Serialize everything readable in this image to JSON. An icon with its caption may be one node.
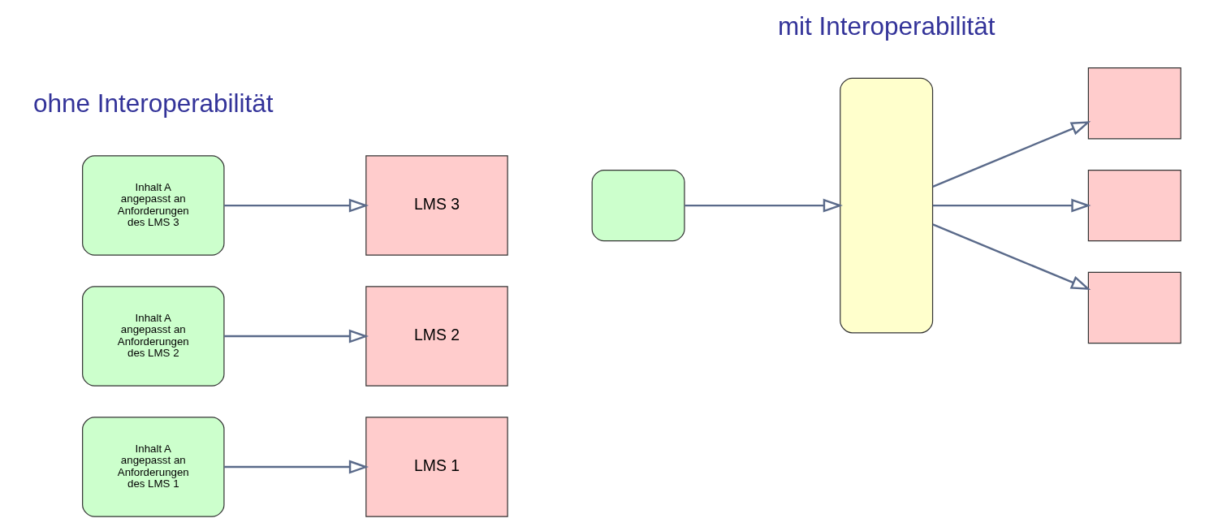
{
  "diagram": {
    "nodes": [
      {
        "text": [
          "Inhalt A angepasst an Anforderungen des LMS 1"
        ]
      },
      {
        "text": [
          "Inhalt A angepasst an Anforderungen des LMS 2"
        ]
      },
      {
        "text": [
          "Inhalt A angepasst an Anforderungen des LMS 3"
        ]
      },
      {
        "text": [
          "LMS 1"
        ]
      },
      {
        "text": [
          "LMS 2"
        ]
      },
      {
        "text": [
          "LMS 3"
        ]
      },
      {
        "text": [],
        "shape": "box"
      },
      {
        "text": [],
        "shape": "box"
      },
      {
        "text": [],
        "shape": "box"
      },
      {
        "text": [],
        "shape": "box"
      },
      {
        "text": [],
        "shape": "box"
      }
    ],
    "edges": [
      {
        "from": 0,
        "to": 3,
        "arrow": "to"
      },
      {
        "from": 1,
        "to": 4,
        "arrow": "to"
      },
      {
        "from": 2,
        "to": 5,
        "arrow": "to"
      },
      {
        "from": 6,
        "to": 7,
        "arrow": "to"
      },
      {
        "from": 7,
        "to": 8,
        "arrow": "to"
      },
      {
        "from": 7,
        "to": 9,
        "arrow": "to"
      },
      {
        "from": 7,
        "to": 10,
        "arrow": "to"
      }
    ],
    "labels": [
      "ohne Interoperabilität",
      "mit Interoperabilität"
    ]
  }
}
